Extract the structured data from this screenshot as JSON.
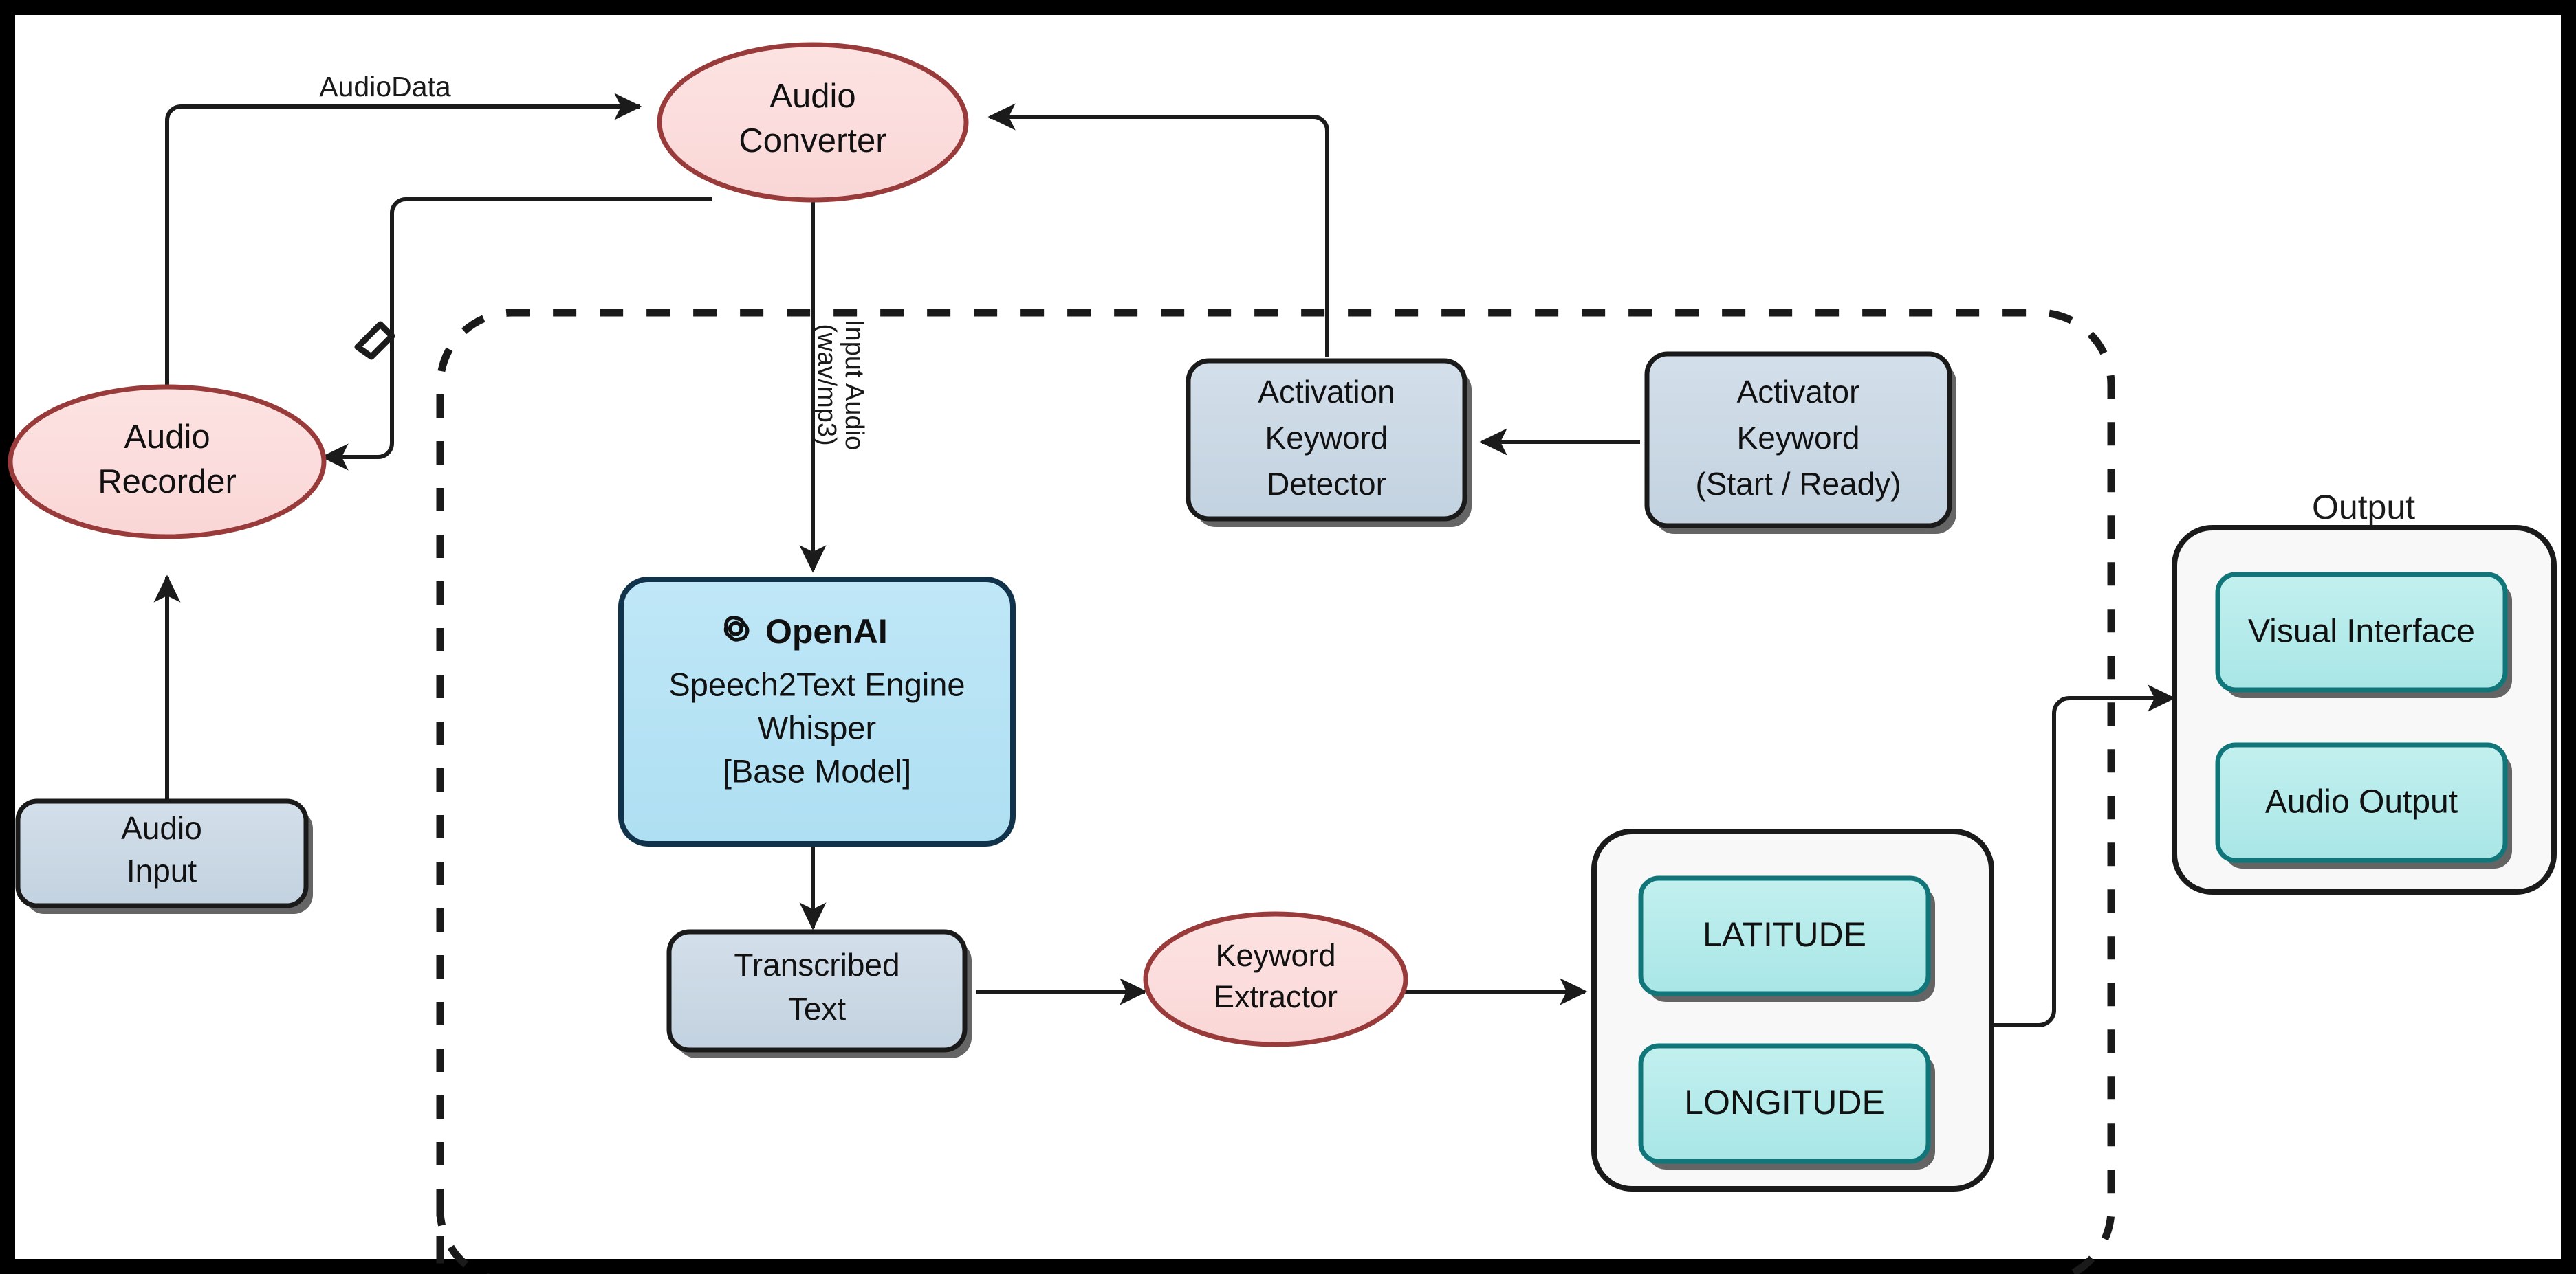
{
  "diagram": {
    "title_visible": false,
    "frame": {
      "border_color": "#000000",
      "background": "#ffffff"
    },
    "colors": {
      "process_fill": "#fbdcdc",
      "process_stroke": "#9a3b3b",
      "data_fill": "#ccd9e6",
      "data_stroke": "#1a1a1a",
      "engine_fill": "#b6e3f5",
      "engine_stroke": "#10324a",
      "output_item_fill": "#b6ebeb",
      "output_item_stroke": "#11767a",
      "group_fill": "#f7f7f7",
      "group_stroke": "#1a1a1a",
      "line_color": "#1b1b1b",
      "dashed_boundary_color": "#1a1a1a"
    },
    "nodes": {
      "audio_converter": {
        "label_line1": "Audio",
        "label_line2": "Converter",
        "shape": "ellipse",
        "kind": "process"
      },
      "audio_recorder": {
        "label_line1": "Audio",
        "label_line2": "Recorder",
        "shape": "ellipse",
        "kind": "process"
      },
      "audio_input": {
        "label_line1": "Audio",
        "label_line2": "Input",
        "shape": "rounded-rect",
        "kind": "data"
      },
      "activation_keyword_detector": {
        "label_line1": "Activation",
        "label_line2": "Keyword",
        "label_line3": "Detector",
        "shape": "rounded-rect",
        "kind": "data"
      },
      "activator_keyword": {
        "label_line1": "Activator",
        "label_line2": "Keyword",
        "label_line3": "(Start / Ready)",
        "shape": "rounded-rect",
        "kind": "data"
      },
      "whisper_engine": {
        "brand": "OpenAI",
        "brand_icon": "openai-logo-icon",
        "label_line1": "Speech2Text Engine",
        "label_line2": "Whisper",
        "label_line3": "[Base Model]",
        "shape": "rounded-rect",
        "kind": "engine"
      },
      "transcribed_text": {
        "label_line1": "Transcribed",
        "label_line2": "Text",
        "shape": "rounded-rect",
        "kind": "data"
      },
      "keyword_extractor": {
        "label_line1": "Keyword",
        "label_line2": "Extractor",
        "shape": "ellipse",
        "kind": "process"
      },
      "coordinates_group": {
        "items": [
          {
            "label": "LATITUDE"
          },
          {
            "label": "LONGITUDE"
          }
        ]
      },
      "output_group": {
        "caption": "Output",
        "items": [
          {
            "label": "Visual Interface"
          },
          {
            "label": "Audio Output"
          }
        ]
      }
    },
    "edges": [
      {
        "id": "recorder-to-converter",
        "label": "AudioData",
        "from": "audio_recorder",
        "to": "audio_converter"
      },
      {
        "id": "converter-to-recorder",
        "label": "",
        "from": "audio_converter",
        "to": "audio_recorder"
      },
      {
        "id": "input-to-recorder",
        "label": "",
        "from": "audio_input",
        "to": "audio_recorder"
      },
      {
        "id": "converter-to-whisper",
        "label_line1": "Input Audio",
        "label_line2": "(wav/mp3)",
        "from": "audio_converter",
        "to": "whisper_engine"
      },
      {
        "id": "detector-to-converter",
        "label": "",
        "from": "activation_keyword_detector",
        "to": "audio_converter"
      },
      {
        "id": "activator-to-detector",
        "label": "",
        "from": "activator_keyword",
        "to": "activation_keyword_detector"
      },
      {
        "id": "whisper-to-transcribed",
        "label": "",
        "from": "whisper_engine",
        "to": "transcribed_text"
      },
      {
        "id": "transcribed-to-extractor",
        "label": "",
        "from": "transcribed_text",
        "to": "keyword_extractor"
      },
      {
        "id": "extractor-to-coordinates",
        "label": "",
        "from": "keyword_extractor",
        "to": "coordinates_group"
      },
      {
        "id": "coordinates-to-output",
        "label": "",
        "from": "coordinates_group",
        "to": "output_group"
      }
    ]
  }
}
